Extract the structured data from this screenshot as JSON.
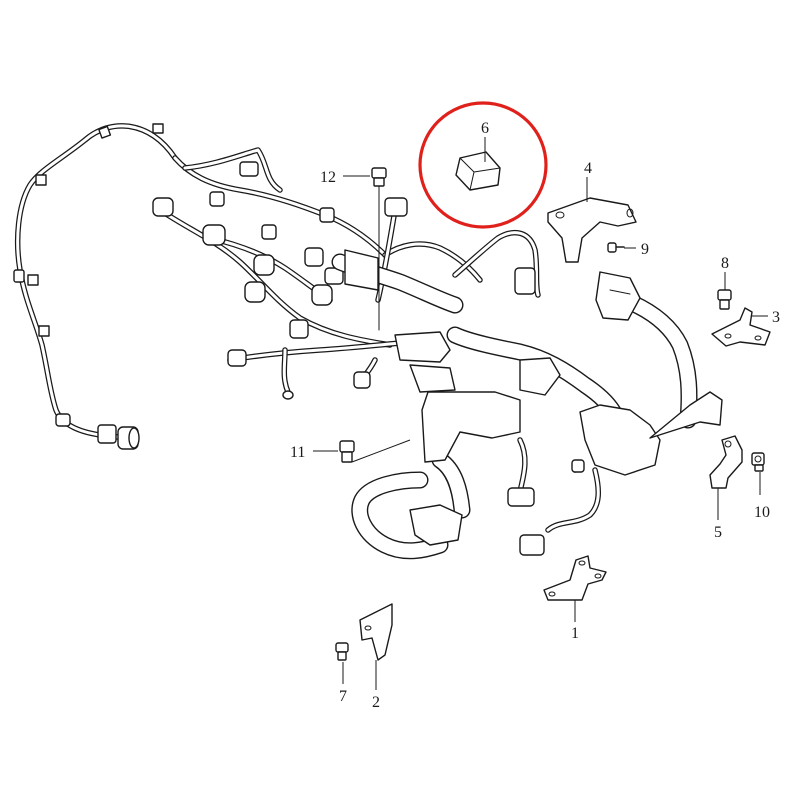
{
  "callouts": [
    {
      "id": "6",
      "label": "6",
      "part": "clip-cap",
      "highlighted": true
    },
    {
      "id": "4",
      "label": "4",
      "part": "bracket"
    },
    {
      "id": "9",
      "label": "9",
      "part": "bolt"
    },
    {
      "id": "12",
      "label": "12",
      "part": "bolt"
    },
    {
      "id": "8",
      "label": "8",
      "part": "bolt"
    },
    {
      "id": "3",
      "label": "3",
      "part": "bracket"
    },
    {
      "id": "11",
      "label": "11",
      "part": "bolt"
    },
    {
      "id": "10",
      "label": "10",
      "part": "bolt"
    },
    {
      "id": "5",
      "label": "5",
      "part": "bracket"
    },
    {
      "id": "1",
      "label": "1",
      "part": "bracket"
    },
    {
      "id": "7",
      "label": "7",
      "part": "bolt"
    },
    {
      "id": "2",
      "label": "2",
      "part": "bracket"
    }
  ],
  "colors": {
    "line": "#1a1a1a",
    "background": "#ffffff",
    "highlight": "#e0201b"
  }
}
